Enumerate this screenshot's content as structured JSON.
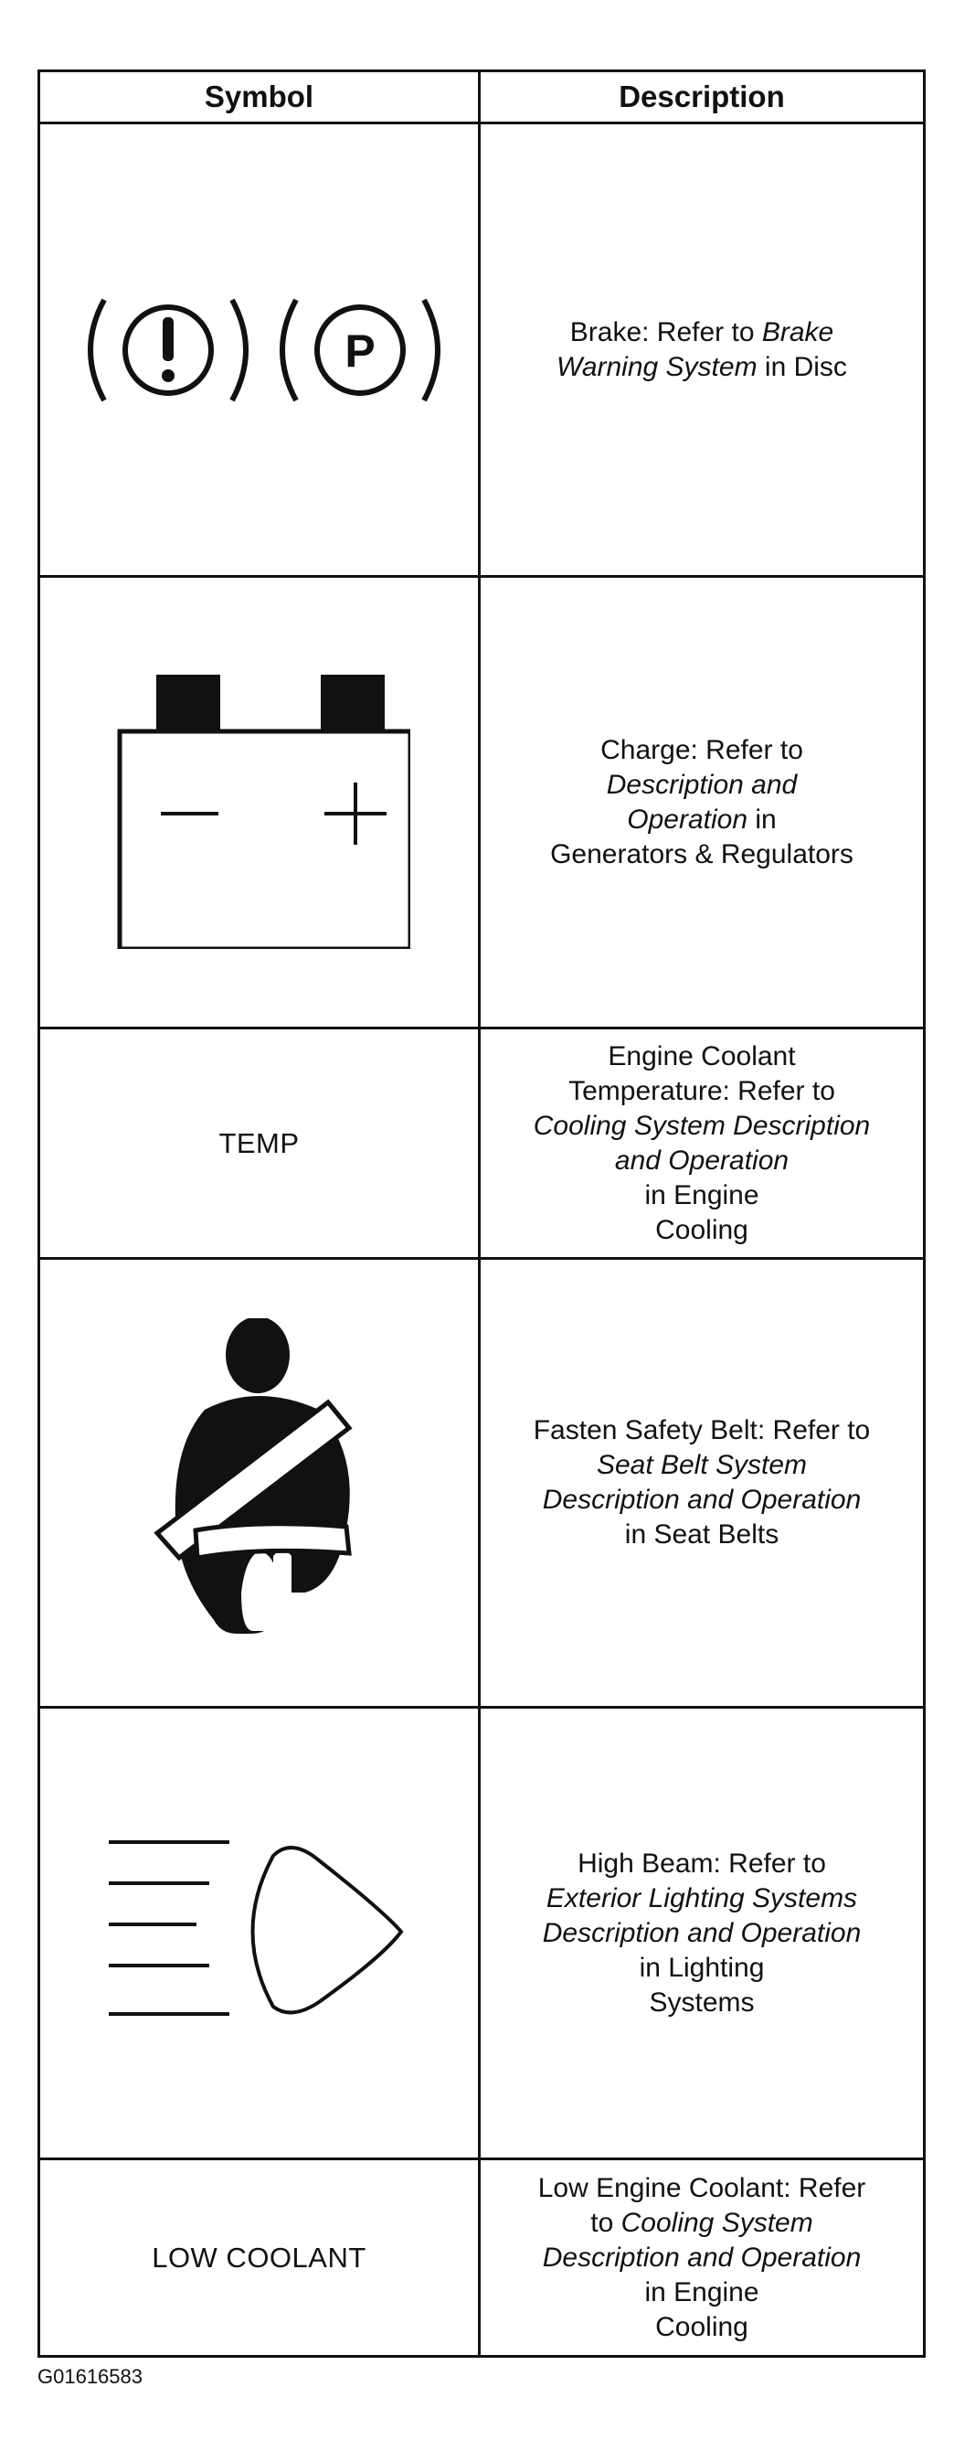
{
  "table": {
    "headers": {
      "symbol": "Symbol",
      "description": "Description"
    },
    "rows": [
      {
        "symbol_icons": [
          "brake-warning-icon",
          "parking-brake-icon"
        ],
        "desc": [
          {
            "plain": "Brake: Refer to ",
            "italic": "Brake"
          },
          {
            "italic": "Warning System",
            "plain": " in Disc"
          }
        ]
      },
      {
        "symbol_icons": [
          "battery-charge-icon"
        ],
        "desc": [
          {
            "plain": "Charge: Refer to"
          },
          {
            "italic": "Description and"
          },
          {
            "italic": "Operation",
            "plain": " in"
          },
          {
            "plain": "Generators & Regulators"
          }
        ]
      },
      {
        "symbol_text": "TEMP",
        "desc": [
          {
            "plain": "Engine Coolant"
          },
          {
            "plain": "Temperature: Refer to"
          },
          {
            "italic": "Cooling System Description"
          },
          {
            "italic": "and Operation"
          },
          {
            "plain": "in Engine"
          },
          {
            "plain": "Cooling"
          }
        ]
      },
      {
        "symbol_icons": [
          "seat-belt-icon"
        ],
        "desc": [
          {
            "plain": "Fasten Safety Belt: Refer to"
          },
          {
            "italic": "Seat Belt System"
          },
          {
            "italic": "Description and Operation"
          },
          {
            "plain": "in Seat Belts"
          }
        ]
      },
      {
        "symbol_icons": [
          "high-beam-icon"
        ],
        "desc": [
          {
            "plain": "High Beam: Refer to"
          },
          {
            "italic": "Exterior Lighting Systems"
          },
          {
            "italic": "Description and Operation"
          },
          {
            "plain": "in Lighting"
          },
          {
            "plain": "Systems"
          }
        ]
      },
      {
        "symbol_text": "LOW COOLANT",
        "desc": [
          {
            "plain": "Low Engine Coolant: Refer"
          },
          {
            "plain": "to ",
            "italic": "Cooling System"
          },
          {
            "italic": "Description and Operation"
          },
          {
            "plain": "in Engine"
          },
          {
            "plain": "Cooling"
          }
        ]
      }
    ]
  },
  "figure_id": "G01616583",
  "colors": {
    "ink": "#111111",
    "background": "#ffffff"
  }
}
